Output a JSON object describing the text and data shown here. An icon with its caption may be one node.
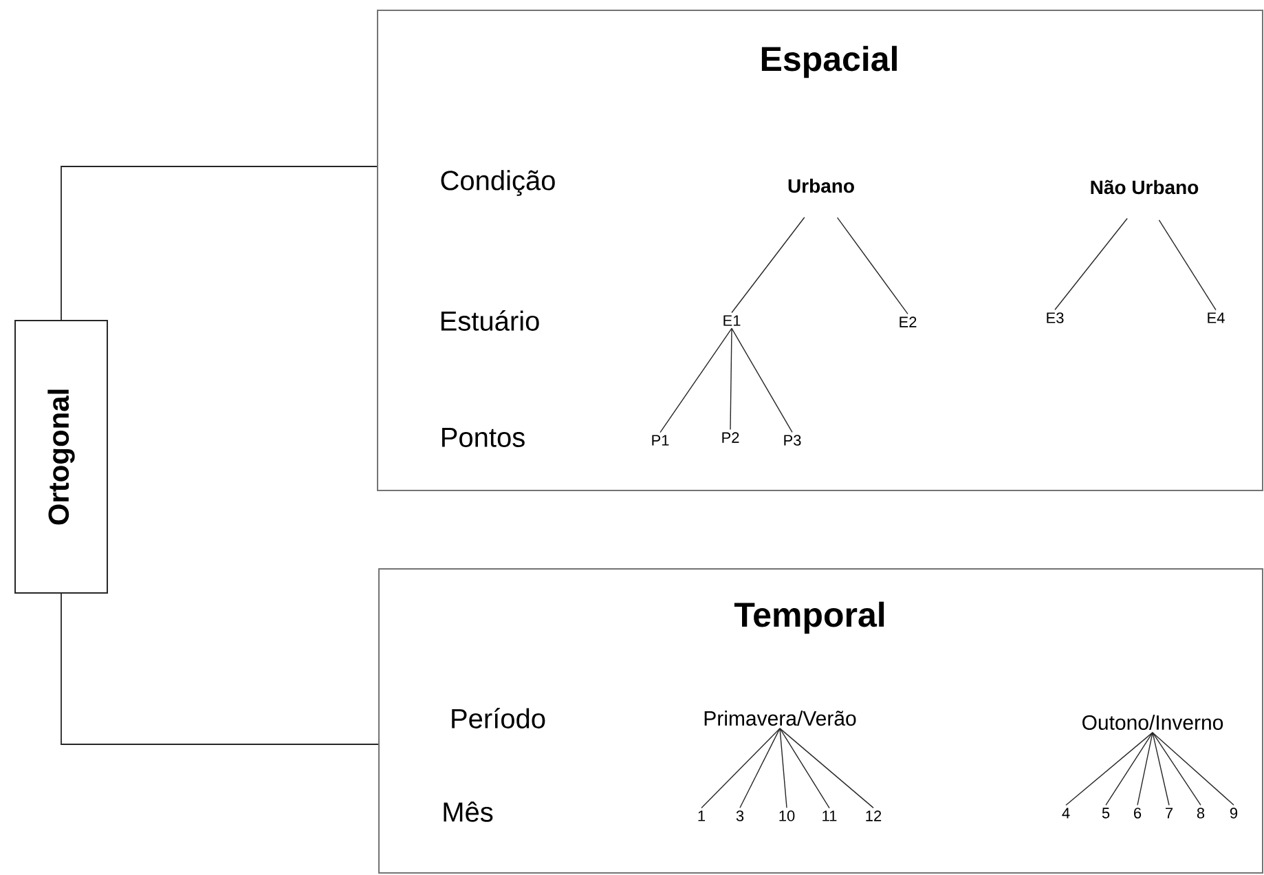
{
  "diagram": {
    "nodes": [
      {
        "text": [
          "Ortogonal"
        ]
      },
      {
        "text": [
          "Espacial"
        ]
      },
      {
        "text": [
          "Temporal"
        ]
      },
      {
        "text": [
          "Urbano"
        ],
        "in": 1
      },
      {
        "text": [
          "Não Urbano"
        ],
        "in": 1
      },
      {
        "text": [
          "E1"
        ],
        "in": 1
      },
      {
        "text": [
          "E2"
        ],
        "in": 1
      },
      {
        "text": [
          "E3"
        ],
        "in": 1
      },
      {
        "text": [
          "E4"
        ],
        "in": 1
      },
      {
        "text": [
          "P1"
        ],
        "in": 1
      },
      {
        "text": [
          "P2"
        ],
        "in": 1
      },
      {
        "text": [
          "P3"
        ],
        "in": 1
      },
      {
        "text": [
          "Primavera/Verão"
        ],
        "in": 2
      },
      {
        "text": [
          "Outono/Inverno"
        ],
        "in": 2
      },
      {
        "text": [
          "1"
        ],
        "in": 2
      },
      {
        "text": [
          "3"
        ],
        "in": 2
      },
      {
        "text": [
          "10"
        ],
        "in": 2
      },
      {
        "text": [
          "11"
        ],
        "in": 2
      },
      {
        "text": [
          "12"
        ],
        "in": 2
      },
      {
        "text": [
          "4"
        ],
        "in": 2
      },
      {
        "text": [
          "5"
        ],
        "in": 2
      },
      {
        "text": [
          "6"
        ],
        "in": 2
      },
      {
        "text": [
          "7"
        ],
        "in": 2
      },
      {
        "text": [
          "8"
        ],
        "in": 2
      },
      {
        "text": [
          "9"
        ],
        "in": 2
      }
    ],
    "edges": [
      {
        "from": 0,
        "to": 1,
        "arrow": "none"
      },
      {
        "from": 0,
        "to": 2,
        "arrow": "none"
      },
      {
        "from": 3,
        "to": 5,
        "arrow": "none"
      },
      {
        "from": 3,
        "to": 6,
        "arrow": "none"
      },
      {
        "from": 4,
        "to": 7,
        "arrow": "none"
      },
      {
        "from": 4,
        "to": 8,
        "arrow": "none"
      },
      {
        "from": 5,
        "to": 9,
        "arrow": "none"
      },
      {
        "from": 5,
        "to": 10,
        "arrow": "none"
      },
      {
        "from": 5,
        "to": 11,
        "arrow": "none"
      },
      {
        "from": 12,
        "to": 14,
        "arrow": "none"
      },
      {
        "from": 12,
        "to": 15,
        "arrow": "none"
      },
      {
        "from": 12,
        "to": 16,
        "arrow": "none"
      },
      {
        "from": 12,
        "to": 17,
        "arrow": "none"
      },
      {
        "from": 12,
        "to": 18,
        "arrow": "none"
      },
      {
        "from": 13,
        "to": 19,
        "arrow": "none"
      },
      {
        "from": 13,
        "to": 20,
        "arrow": "none"
      },
      {
        "from": 13,
        "to": 21,
        "arrow": "none"
      },
      {
        "from": 13,
        "to": 22,
        "arrow": "none"
      },
      {
        "from": 13,
        "to": 23,
        "arrow": "none"
      },
      {
        "from": 13,
        "to": 24,
        "arrow": "none"
      }
    ],
    "labels": [
      "Condição",
      "Estuário",
      "Pontos",
      "Período",
      "Mês"
    ]
  }
}
